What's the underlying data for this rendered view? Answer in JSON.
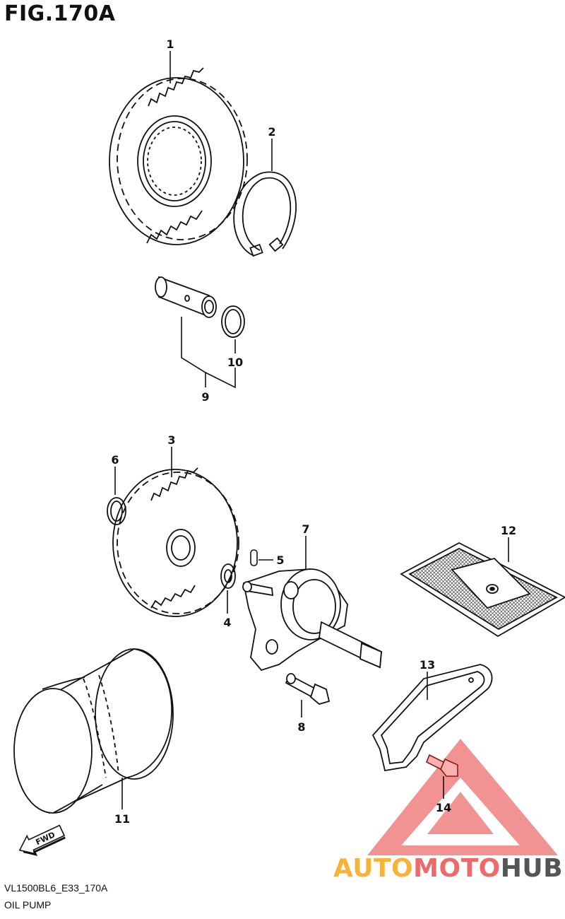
{
  "figure": {
    "title": "FIG.170A",
    "code": "VL1500BL6_E33_170A",
    "name": "OIL PUMP"
  },
  "callouts": {
    "n1": "1",
    "n2": "2",
    "n3": "3",
    "n4": "4",
    "n5": "5",
    "n6": "6",
    "n7": "7",
    "n8": "8",
    "n9": "9",
    "n10": "10",
    "n11": "11",
    "n12": "12",
    "n13": "13",
    "n14": "14"
  },
  "direction_label": "FWD",
  "watermark": {
    "part1": "AUTO",
    "part2": "MOTO",
    "part3": "HUB",
    "colors": {
      "part1": "#f5b33a",
      "part2": "#ee6a6a",
      "part3": "#555555",
      "triangle": "#f08080"
    }
  }
}
